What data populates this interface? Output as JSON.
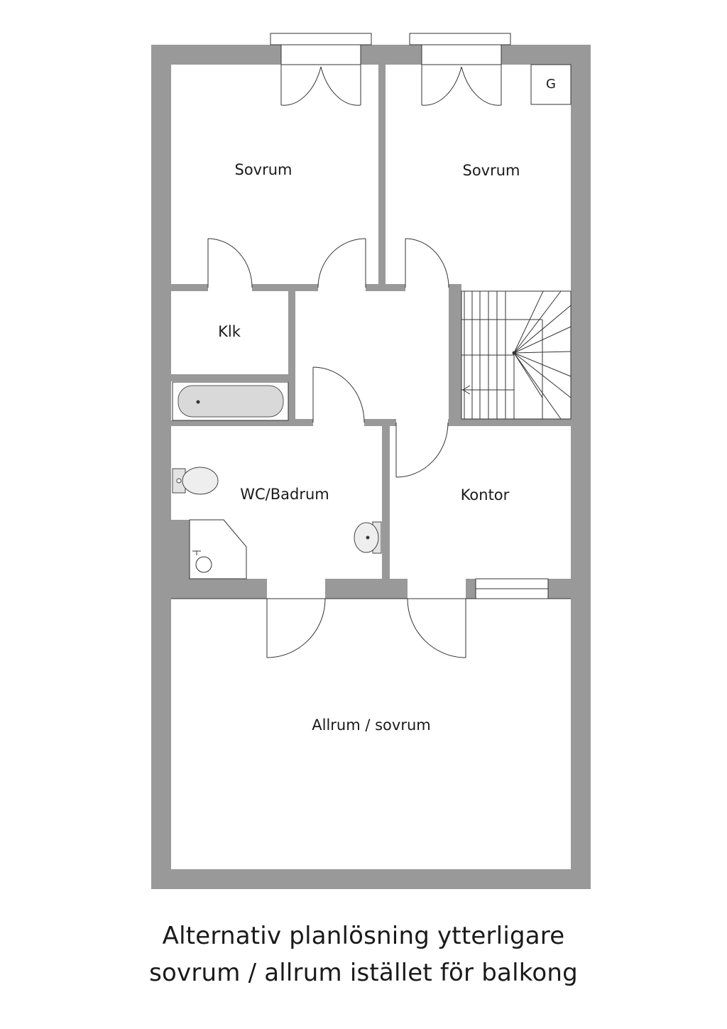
{
  "rooms": {
    "sovrum_left": "Sovrum",
    "sovrum_right": "Sovrum",
    "klk": "Klk",
    "wc_badrum": "WC/Badrum",
    "kontor": "Kontor",
    "allrum": "Allrum / sovrum",
    "g": "G"
  },
  "caption": {
    "line1": "Alternativ planlösning ytterligare",
    "line2": "sovrum / allrum istället för balkong"
  },
  "colors": {
    "wall": "#999999",
    "line": "#333333",
    "background": "#ffffff"
  }
}
